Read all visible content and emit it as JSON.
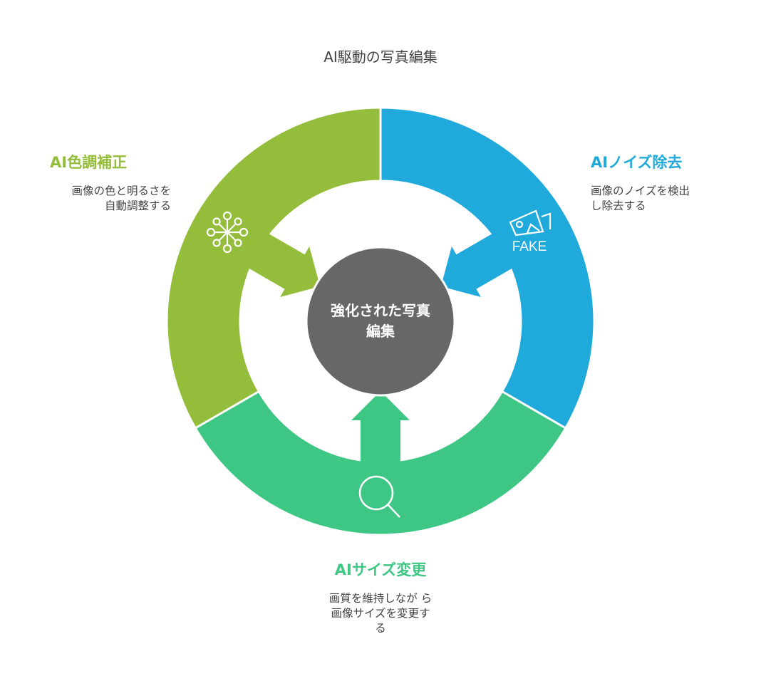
{
  "title": "AI駆動の写真編集",
  "center": {
    "line1": "強化された写真",
    "line2": "編集"
  },
  "segments": [
    {
      "title": "AI色調補正",
      "desc_line1": "画像の色と明るさを",
      "desc_line2": "自動調整する",
      "color": "#93BD3A",
      "icon": "network-nodes-icon"
    },
    {
      "title": "AIノイズ除去",
      "desc_line1": "画像のノイズを検出",
      "desc_line2": "し除去する",
      "color": "#20AADB",
      "icon": "fake-image-icon",
      "icon_text": "FAKE"
    },
    {
      "title": "AIサイズ変更",
      "desc_line1": "画質を維持しなが ら",
      "desc_line2": "画像サイズを変更す",
      "desc_line3": "る",
      "color": "#3EC684",
      "icon": "magnifier-icon"
    }
  ],
  "center_color": "#676767"
}
